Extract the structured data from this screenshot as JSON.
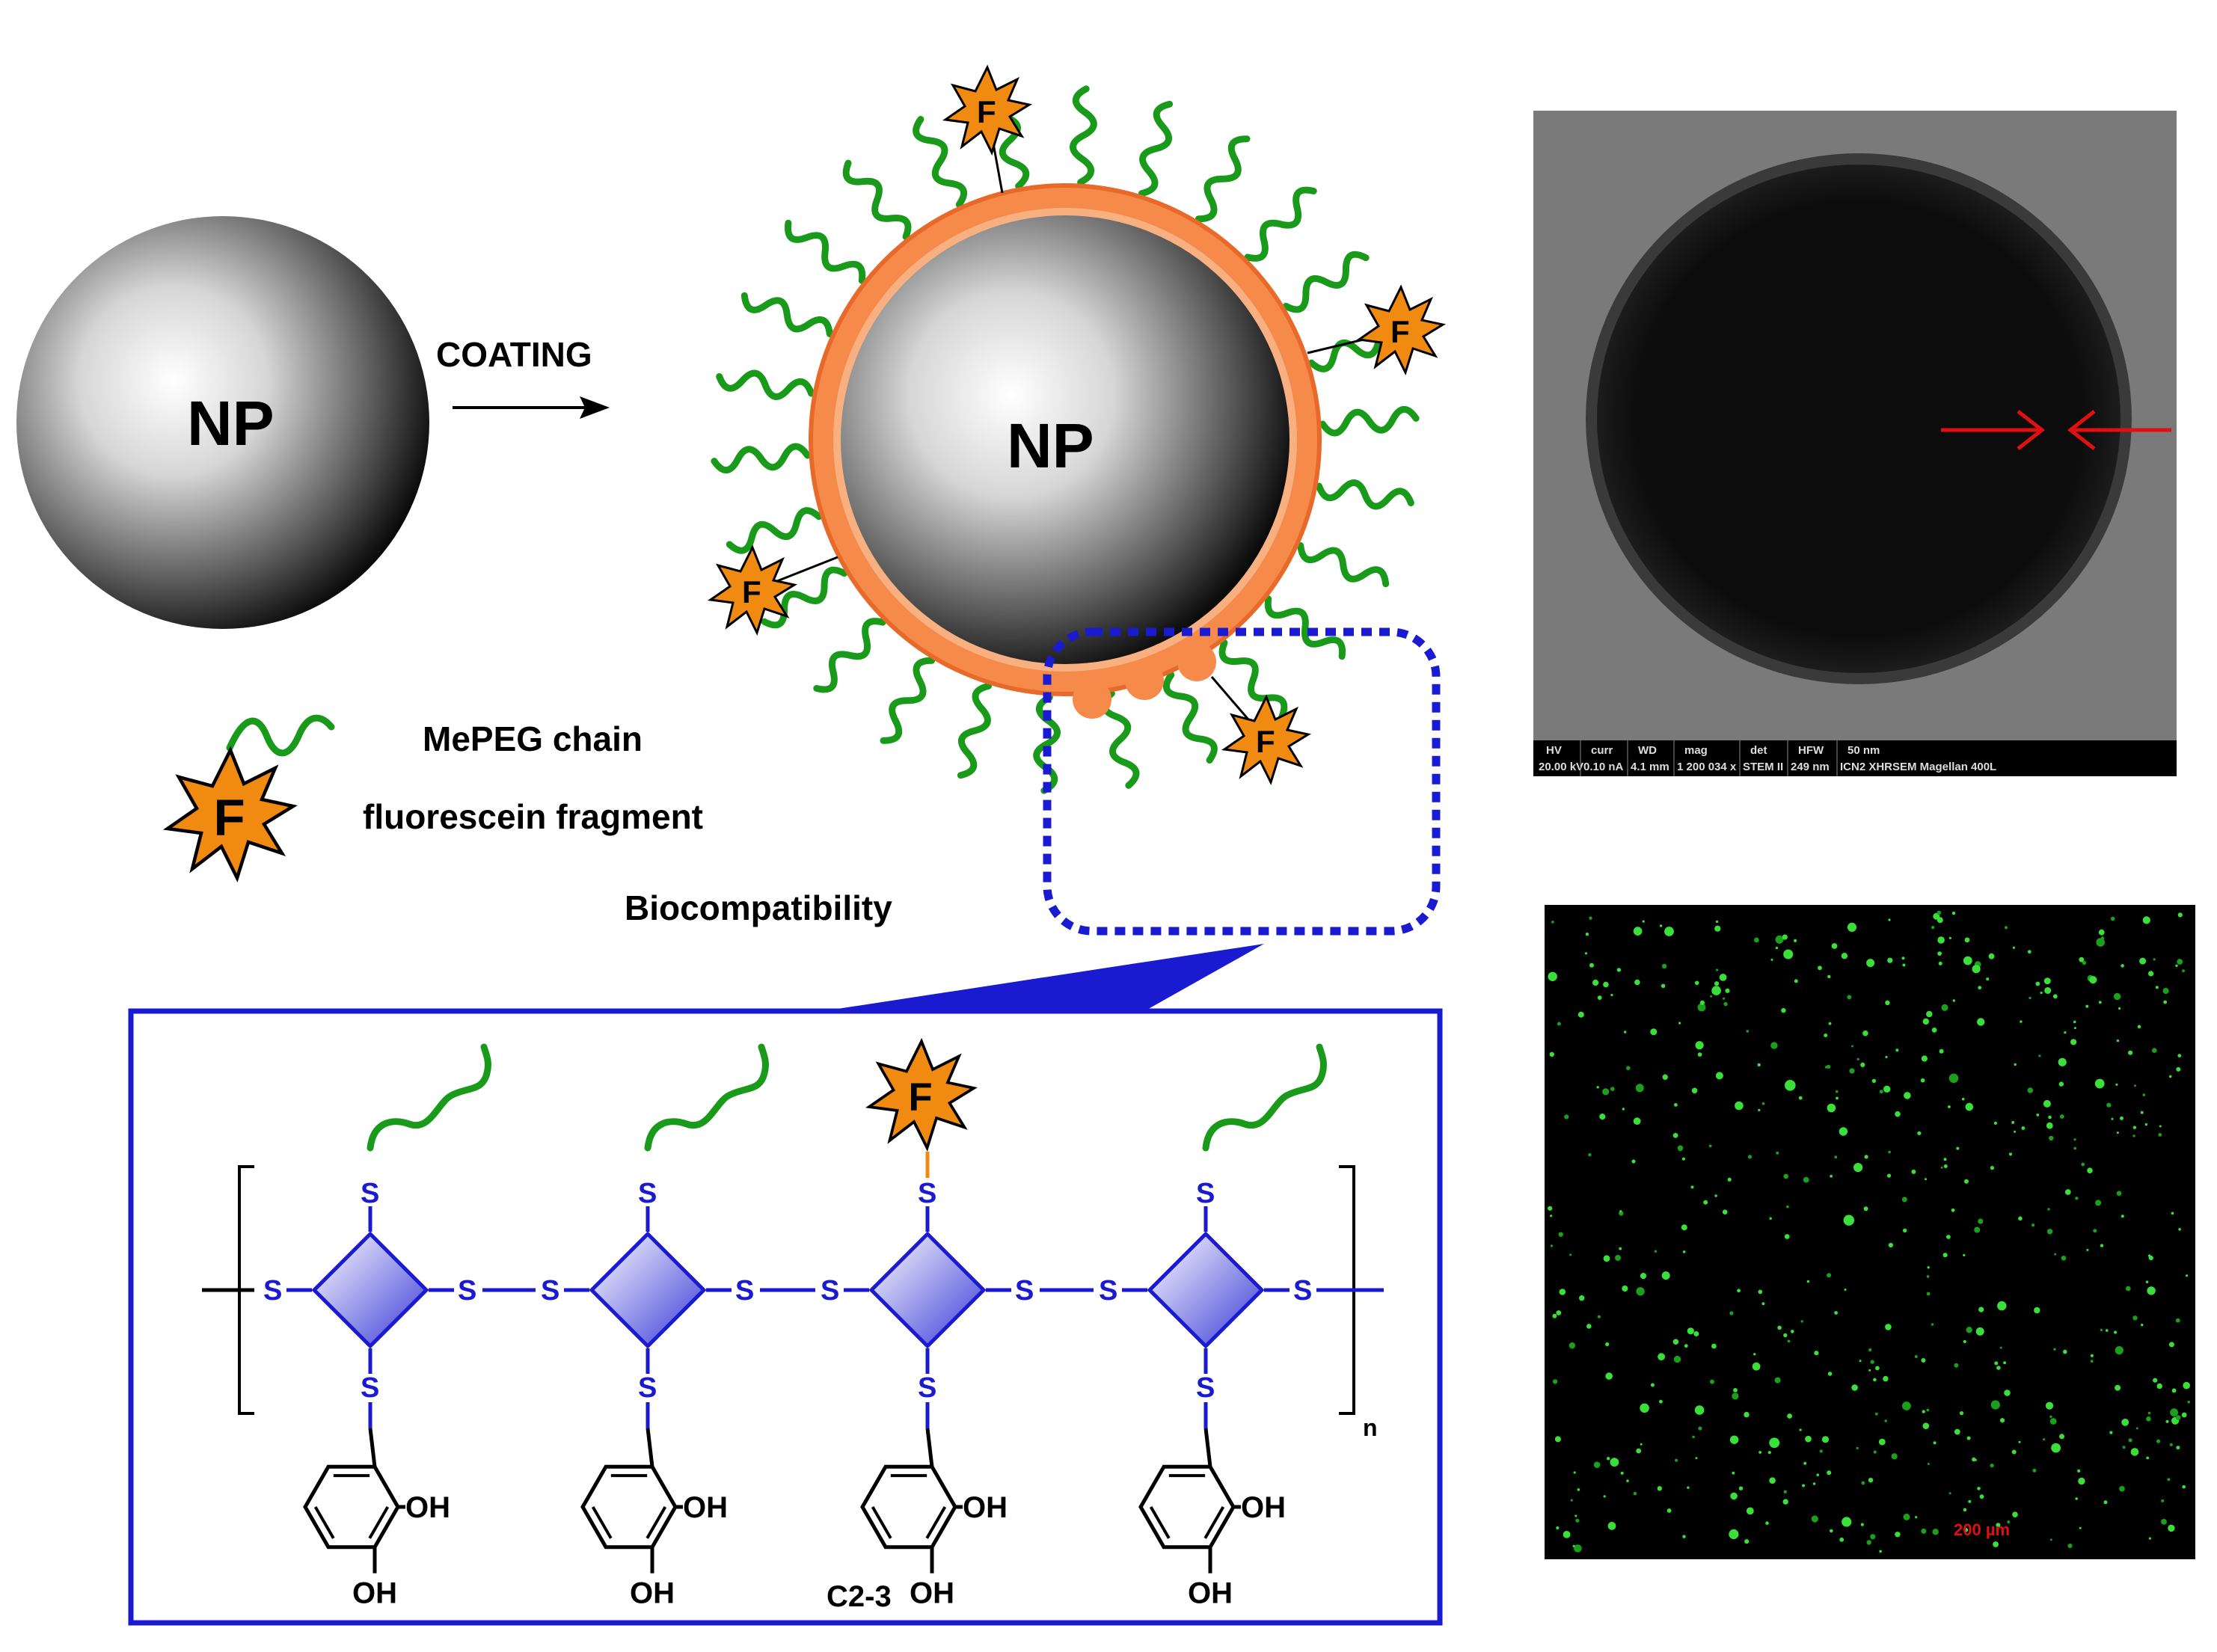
{
  "np_label": "NP",
  "coating_label": "COATING",
  "legend": {
    "chain_label": "MePEG chain",
    "fluor_label": "fluorescein fragment"
  },
  "fluor_letter": "F",
  "biocompat_label": "Biocompatibility",
  "polymer": {
    "s_label": "S",
    "oh_label": "OH",
    "repeat_label": "n",
    "compound_label": "C2-3"
  },
  "sem": {
    "headers": [
      "HV",
      "curr",
      "WD",
      "mag",
      "det",
      "HFW",
      "50 nm"
    ],
    "values": [
      "20.00 kV",
      "0.10 nA",
      "4.1 mm",
      "1 200 034 x",
      "STEM II",
      "249 nm",
      "ICN2 XHRSEM Magellan 400L"
    ]
  },
  "fluo_scale_label": "200 µm",
  "colors": {
    "chain": "#1a9a1a",
    "fluor": "#f08a10",
    "coating": "#f58a4a",
    "box": "#1a1ad0",
    "arrow_red": "#e01010"
  }
}
